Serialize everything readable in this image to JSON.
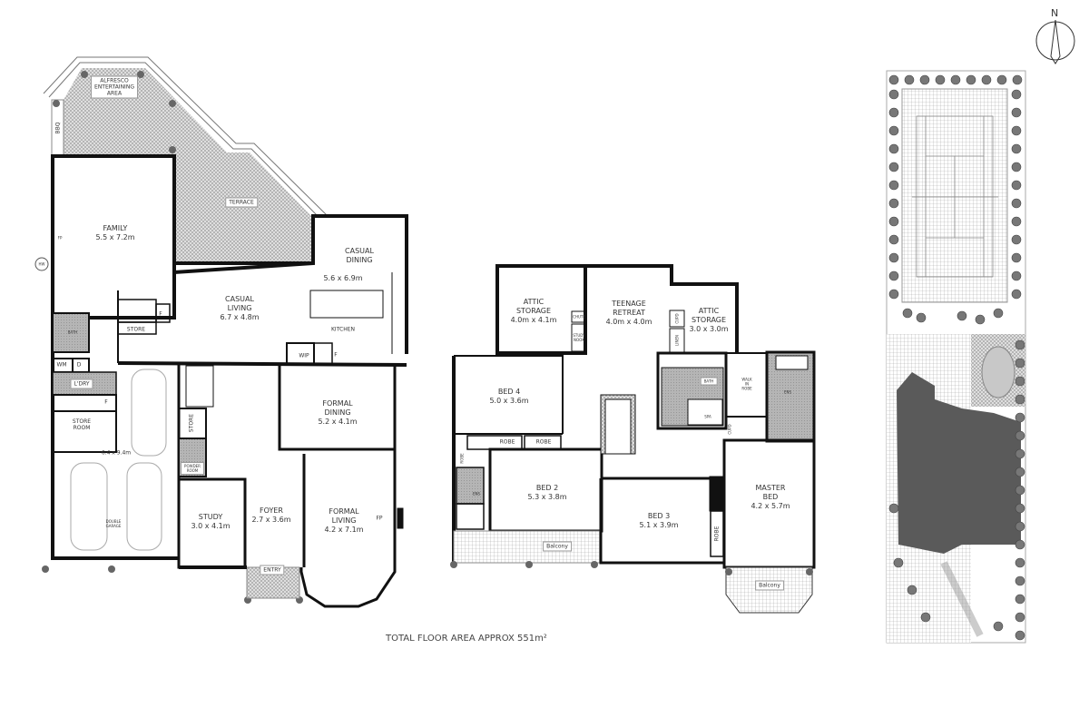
{
  "total_area": "TOTAL FLOOR AREA APPROX  551m²",
  "north": "N",
  "ground": {
    "alfresco": [
      "ALFRESCO",
      "ENTERTAINING",
      "AREA"
    ],
    "bbq": "BBQ",
    "terrace": "TERRACE",
    "family": [
      "FAMILY",
      "5.5 x 7.2m"
    ],
    "fp1": "FP",
    "hw": "HW",
    "casual_dining": [
      "CASUAL",
      "DINING"
    ],
    "casual_dining_dims": "5.6 x 6.9m",
    "casual_living": [
      "CASUAL",
      "LIVING",
      "6.7 x 4.8m"
    ],
    "kitchen": "KITCHEN",
    "store": "STORE",
    "f1": "F",
    "f2": "F",
    "f3": "F",
    "bath": "BATH",
    "wip": "WIP",
    "wm": "WM",
    "d": "D",
    "laundry": "L'DRY",
    "store_room": [
      "STORE",
      "ROOM"
    ],
    "garage_dims": "6.4 x 9.4m",
    "garage": [
      "DOUBLE",
      "GARAGE"
    ],
    "store_vert": "STORE",
    "powder": [
      "POWDER",
      "ROOM"
    ],
    "formal_dining": [
      "FORMAL",
      "DINING",
      "5.2 x 4.1m"
    ],
    "study": [
      "STUDY",
      "3.0 x 4.1m"
    ],
    "foyer": [
      "FOYER",
      "2.7 x 3.6m"
    ],
    "formal_living": [
      "FORMAL",
      "LIVING",
      "4.2 x 7.1m"
    ],
    "fp2": "FP",
    "entry": "ENTRY"
  },
  "upper": {
    "attic1": [
      "ATTIC",
      "STORAGE",
      "4.0m x 4.1m"
    ],
    "chute": "CHUTE",
    "study_nook": [
      "STUDY",
      "NOOK"
    ],
    "teenage": [
      "TEENAGE",
      "RETREAT",
      "4.0m x 4.0m"
    ],
    "cupd1": "CUPD",
    "linen": "LINEN",
    "attic2": [
      "ATTIC",
      "STORAGE",
      "3.0 x 3.0m"
    ],
    "bed4": [
      "BED 4",
      "5.0 x 3.6m"
    ],
    "robe1": "ROBE",
    "robe2": "ROBE",
    "robe3": "ROBE",
    "robe4": "ROBE",
    "bath": "BATH",
    "spa": "SPA",
    "wir": [
      "WALK",
      "IN",
      "ROBE"
    ],
    "ens1": "ENS",
    "ens2": "ENS",
    "cupd2": "CUPD",
    "bed2": [
      "BED 2",
      "5.3 x 3.8m"
    ],
    "bed3": [
      "BED 3",
      "5.1 x 3.9m"
    ],
    "master": [
      "MASTER",
      "BED",
      "4.2 x 5.7m"
    ],
    "balcony1": "Balcony",
    "balcony2": "Balcony"
  },
  "colors": {
    "wall": "#111111",
    "hatch": "#bdbdbd",
    "wet": "#a8a8a8",
    "roof": "#555555"
  }
}
